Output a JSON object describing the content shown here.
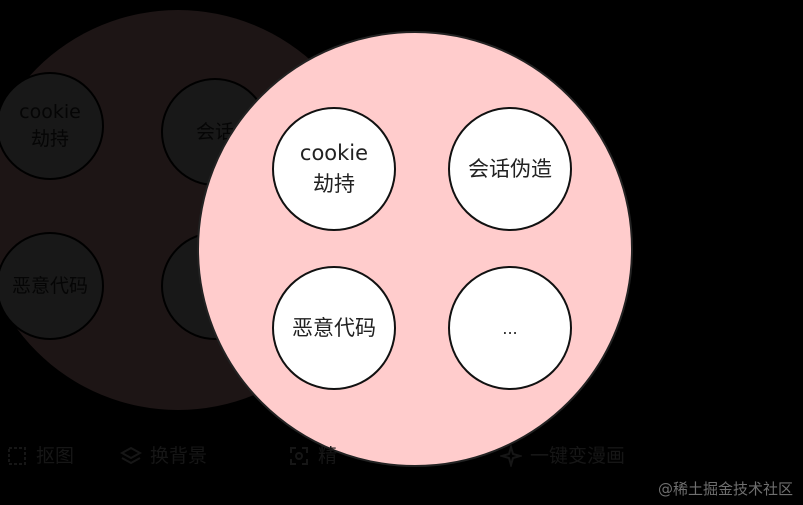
{
  "diagram": {
    "nodes": [
      {
        "label": "cookie劫持"
      },
      {
        "label": "会话伪造"
      },
      {
        "label": "恶意代码"
      },
      {
        "label": "..."
      }
    ]
  },
  "background_ghost": {
    "nodes": [
      {
        "label": "cookie劫持"
      },
      {
        "label": "会话"
      },
      {
        "label": "恶意代码"
      },
      {
        "label": ""
      }
    ]
  },
  "toolbar": {
    "items": [
      {
        "label": "抠图",
        "icon": "cutout-icon"
      },
      {
        "label": "换背景",
        "icon": "layers-icon"
      },
      {
        "label": "精",
        "icon": "scan-icon"
      },
      {
        "label": "一键变漫画",
        "icon": "sparkle-icon"
      }
    ]
  },
  "watermark": "@稀土掘金技术社区",
  "colors": {
    "background": "#000000",
    "circle_fill": "#ffcccc",
    "node_fill": "#ffffff",
    "stroke": "#222222"
  }
}
